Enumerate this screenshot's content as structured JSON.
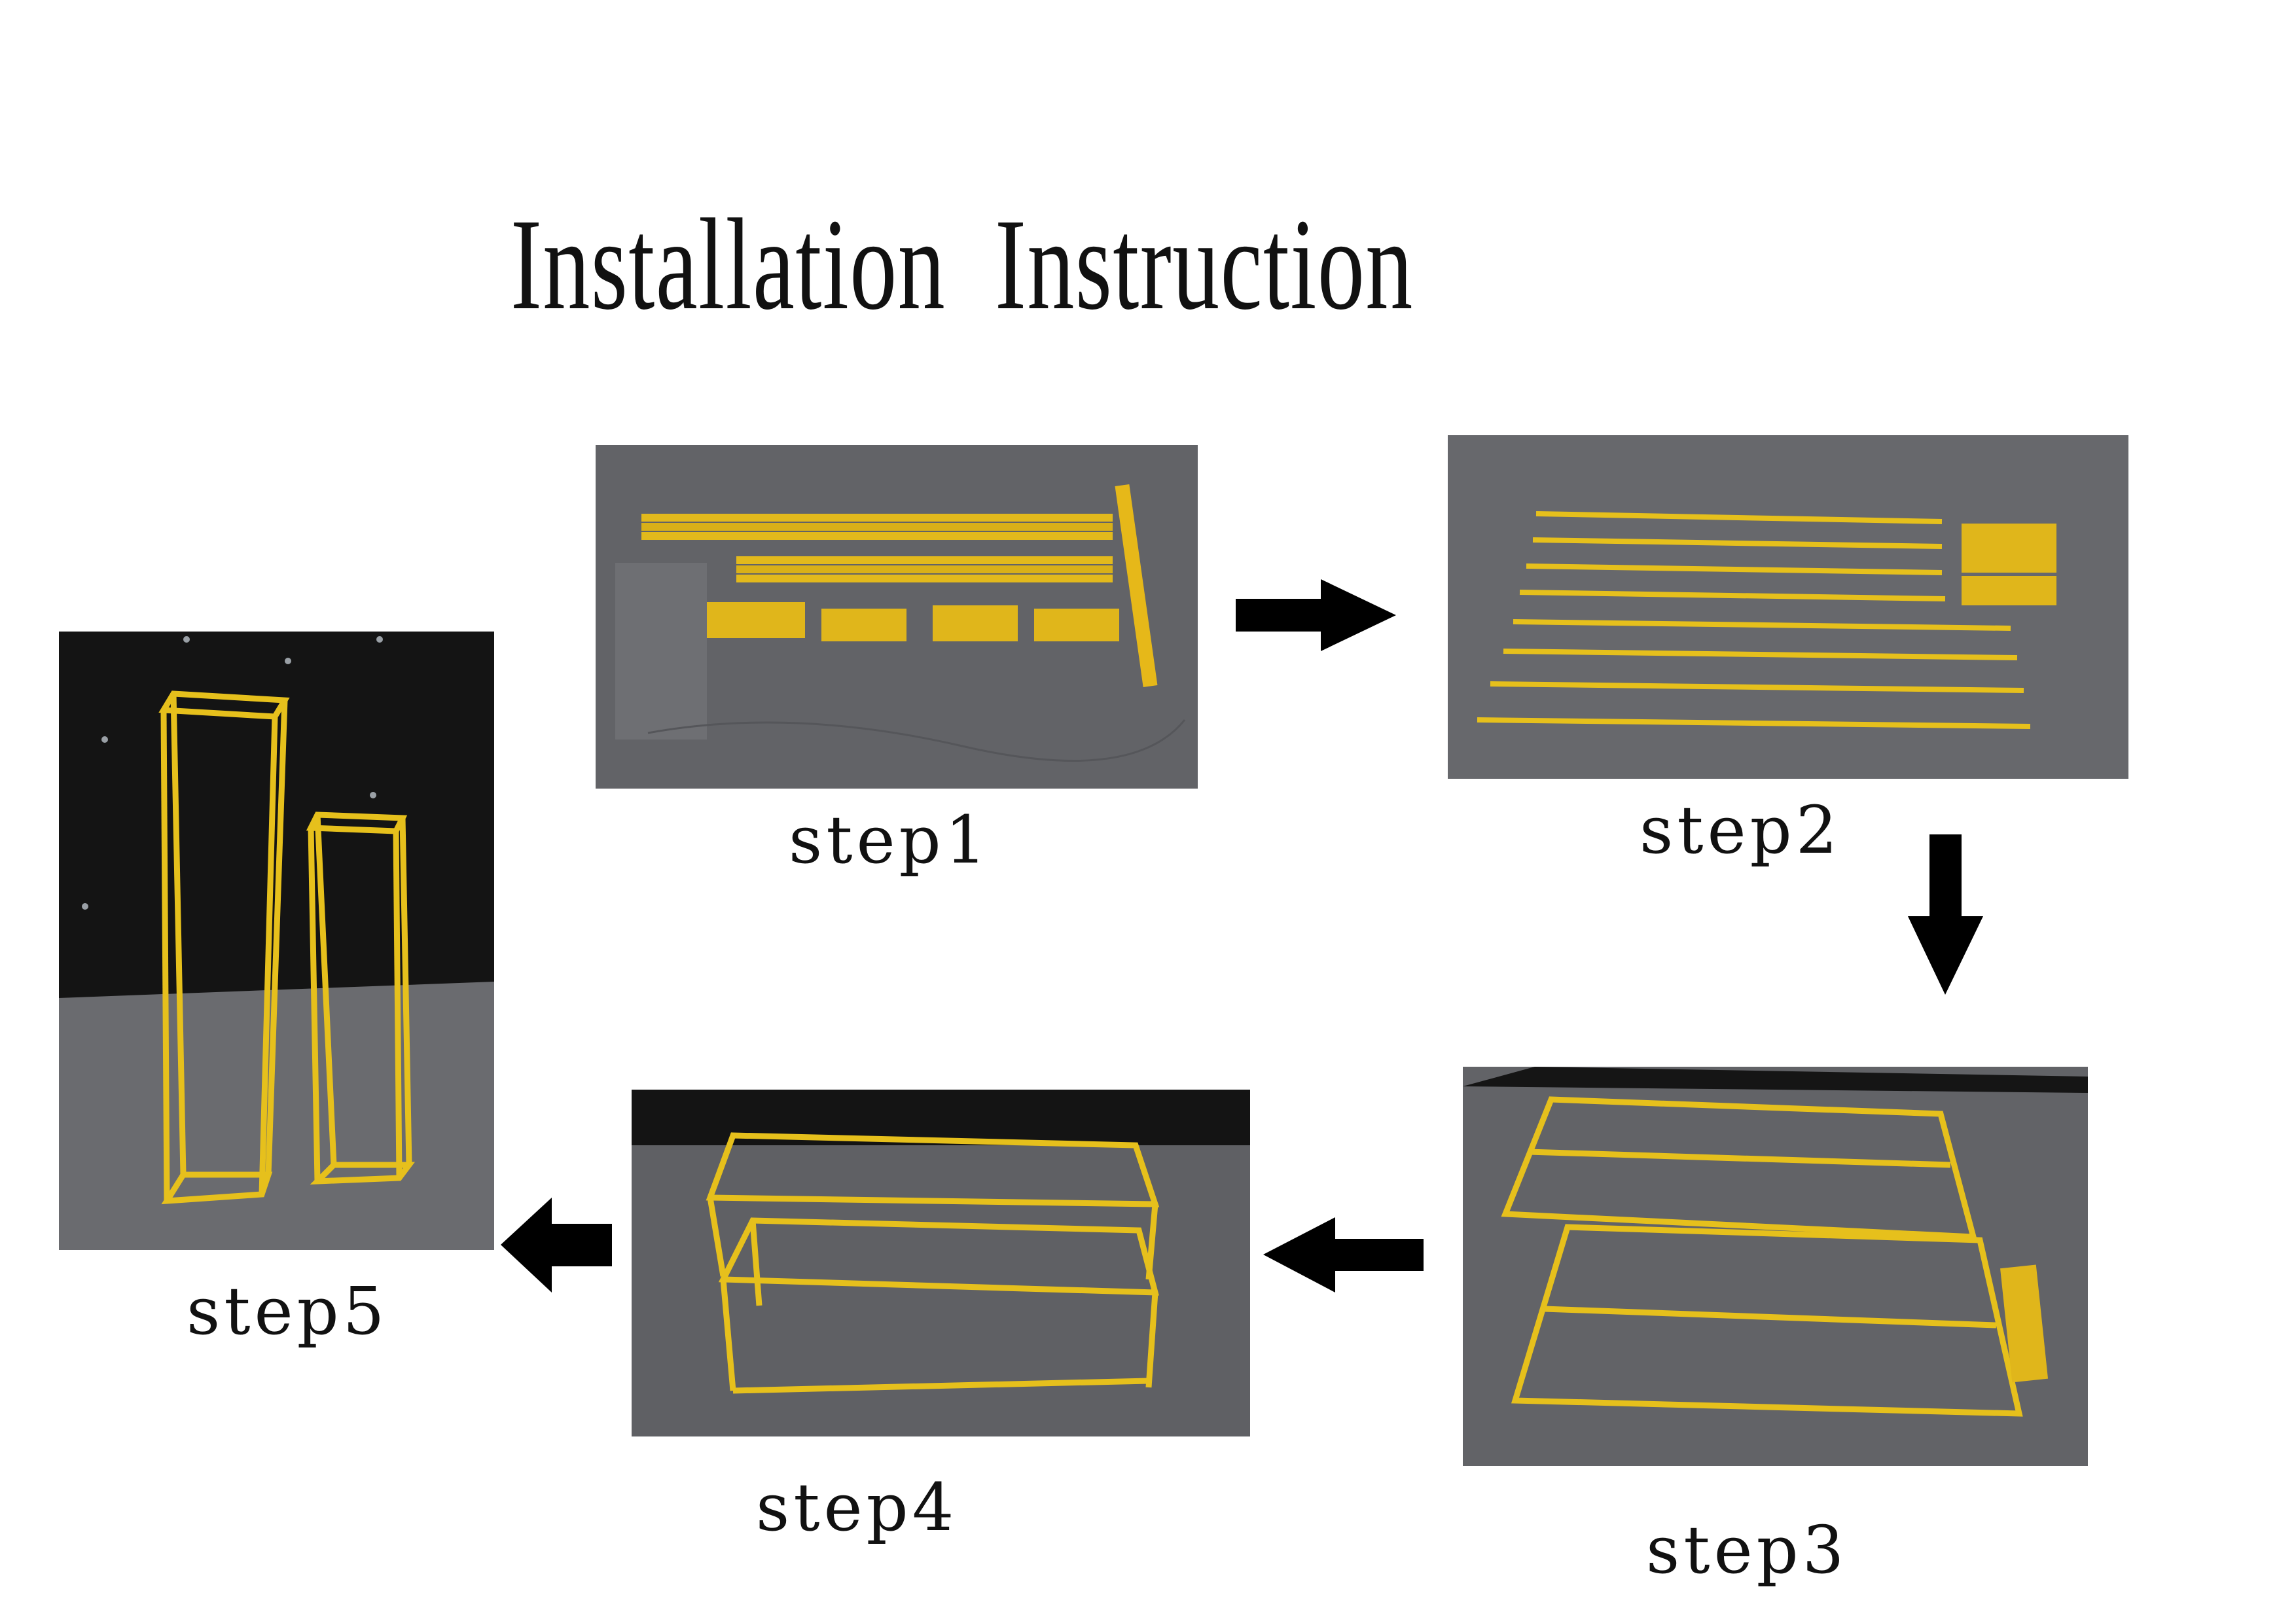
{
  "title": "Installation  Instruction",
  "steps": [
    {
      "label": "step1"
    },
    {
      "label": "step2"
    },
    {
      "label": "step3"
    },
    {
      "label": "step4"
    },
    {
      "label": "step5"
    }
  ],
  "colors": {
    "frame": "#e8c21a",
    "floor": "#5e5f63",
    "backdrop": "#141414",
    "arrow": "#000000"
  },
  "icons": {
    "flow_arrow": "arrow-icon"
  }
}
